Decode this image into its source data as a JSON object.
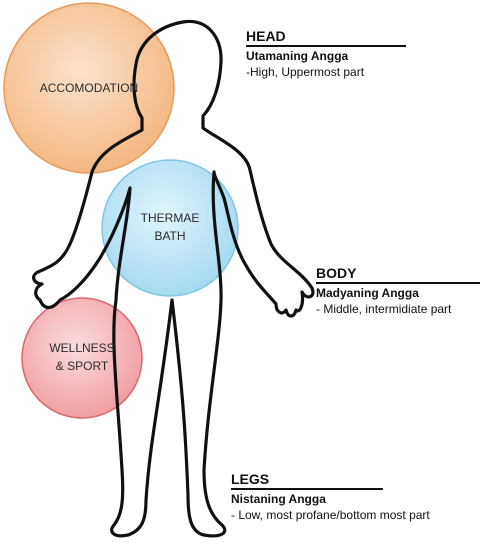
{
  "circles": [
    {
      "label_lines": [
        "ACCOMODATION"
      ],
      "fill": "#f6c49a",
      "stroke": "#e59a5a"
    },
    {
      "label_lines": [
        "THERMAE",
        "BATH"
      ],
      "fill": "#bde6f5",
      "stroke": "#7fc7e3"
    },
    {
      "label_lines": [
        "WELLNESS",
        "& SPORT"
      ],
      "fill": "#f5b5b9",
      "stroke": "#d9686f"
    }
  ],
  "sections": [
    {
      "heading": "HEAD",
      "name": "Utamaning Angga",
      "desc": "-High, Uppermost part"
    },
    {
      "heading": "BODY",
      "name": "Madyaning Angga",
      "desc": "- Middle, intermidiate part"
    },
    {
      "heading": "LEGS",
      "name": "Nistaning Angga",
      "desc": "- Low, most profane/bottom most part"
    }
  ],
  "colors": {
    "outline": "#111111"
  }
}
